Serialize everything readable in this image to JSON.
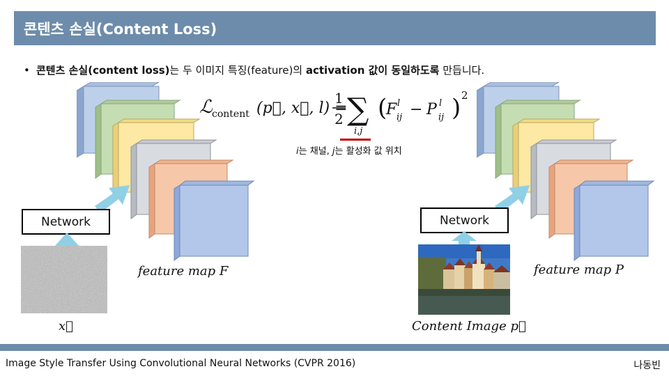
{
  "title": "콘텐츠 손실(Content Loss)",
  "bullet": {
    "marker": "•",
    "part1_bold": "콘텐츠 손실(content loss)",
    "part2": "는 두 이미지 특징(feature)의 ",
    "part3_bold": "activation 값이 동일하도록",
    "part4": " 만듭니다."
  },
  "formula": {
    "lhs": "ℒ",
    "lhs_sub": "content",
    "args": "(p⃗, x⃗, l) =",
    "frac_num": "1",
    "frac_den": "2",
    "sum": "∑",
    "sum_index": "i,j",
    "body_F": "F",
    "body_P": "P",
    "sup_l": "l",
    "sub_ij": "ij",
    "minus": "−",
    "power": "2"
  },
  "caption": {
    "i": "i",
    "text1": "는 채널, ",
    "j": "j",
    "text2": "는 활성화 값 위치"
  },
  "left": {
    "network_label": "Network",
    "feature_map_label": "feature map F",
    "input_label": "x⃗"
  },
  "right": {
    "network_label": "Network",
    "feature_map_label": "feature map P",
    "input_label": "Content Image p⃗"
  },
  "colors": {
    "header": "#6d8cab",
    "arrow": "#8fd0e6",
    "layer1": "#bdd0ea",
    "layer2": "#c5ddb3",
    "layer3": "#fde9a3",
    "layer4": "#d8dbe0",
    "layer5": "#f6c7a8",
    "layer6": "#b3c7ea",
    "underline": "#c00000"
  },
  "footer": {
    "citation": "Image Style Transfer Using Convolutional Neural Networks (CVPR 2016)",
    "author": "나동빈"
  }
}
